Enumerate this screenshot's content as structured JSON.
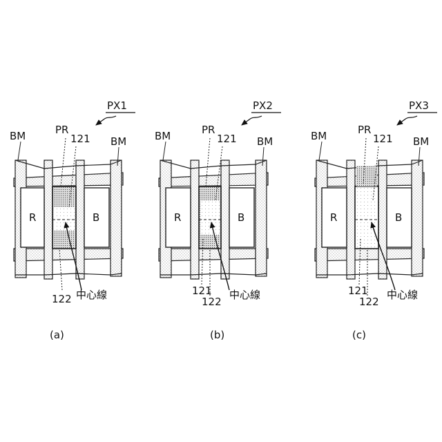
{
  "panels": [
    {
      "id": "a",
      "px_label": "PX1",
      "labels": {
        "bm_left": "BM",
        "bm_right": "BM",
        "pr": "PR",
        "n121_top": "121",
        "n121_bottom": "",
        "n122": "122",
        "r": "R",
        "b": "B",
        "center_line": "中心線"
      },
      "subcaption": "(a)",
      "variant": "shift-down"
    },
    {
      "id": "b",
      "px_label": "PX2",
      "labels": {
        "bm_left": "BM",
        "bm_right": "BM",
        "pr": "PR",
        "n121_top": "121",
        "n121_bottom": "121",
        "n122": "122",
        "r": "R",
        "b": "B",
        "center_line": "中心線"
      },
      "subcaption": "(b)",
      "variant": "split"
    },
    {
      "id": "c",
      "px_label": "PX3",
      "labels": {
        "bm_left": "BM",
        "bm_right": "BM",
        "pr": "PR",
        "n121_top": "121",
        "n121_bottom": "121",
        "n122": "122",
        "r": "R",
        "b": "B",
        "center_line": "中心線"
      },
      "subcaption": "(c)",
      "variant": "full"
    }
  ]
}
